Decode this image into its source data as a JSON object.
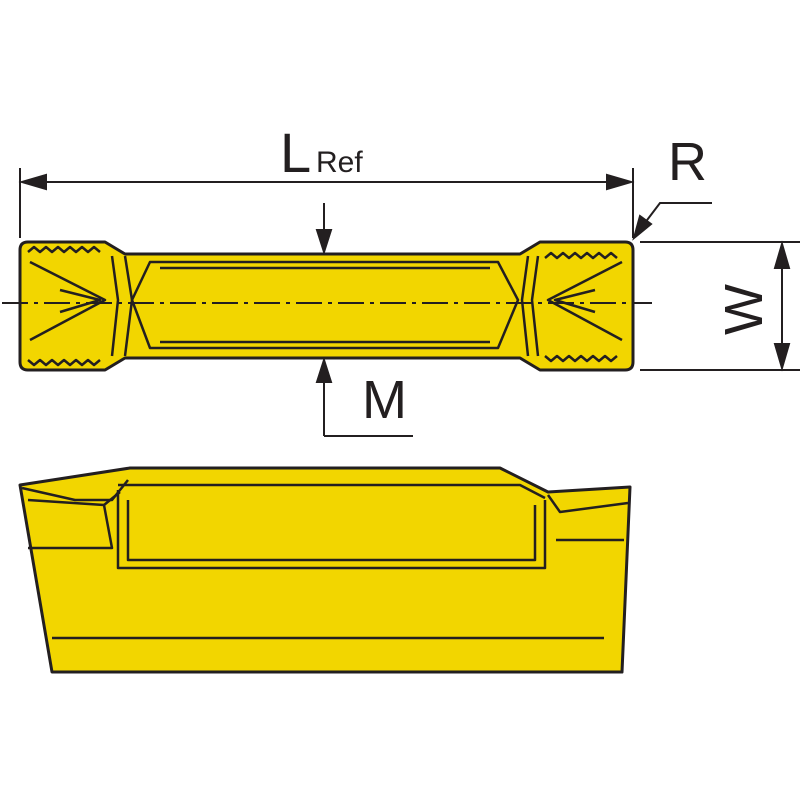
{
  "labels": {
    "length_main": "L",
    "length_sub": "Ref",
    "radius": "R",
    "width": "W",
    "margin": "M"
  },
  "colors": {
    "insert_fill": "#f2d600",
    "outline": "#231f20",
    "background": "#ffffff"
  }
}
